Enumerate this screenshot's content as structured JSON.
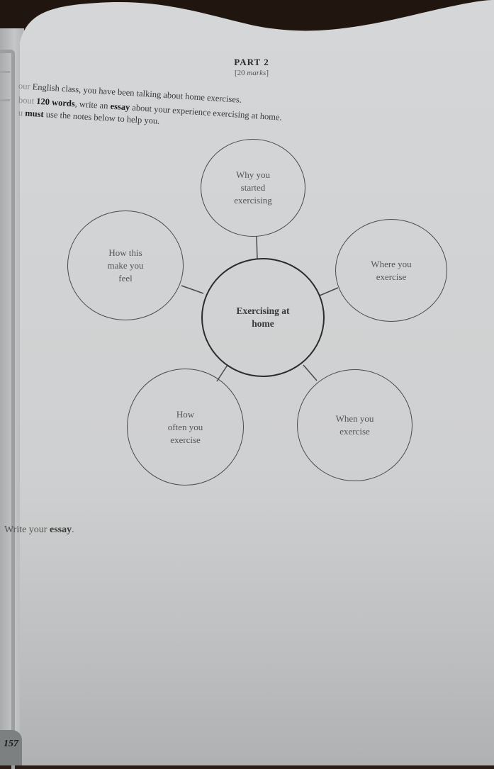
{
  "header": {
    "part_title": "PART 2",
    "marks_open": "[20 ",
    "marks_word": "marks",
    "marks_close": "]"
  },
  "instructions": {
    "line1_prefix": "our",
    "line1_text": " English class, you have been talking about home exercises.",
    "line2_prefix": "bout",
    "line2_bold": " 120 words",
    "line2_mid": ", write an ",
    "line2_bold2": "essay",
    "line2_end": " about your experience exercising at home.",
    "line3_prefix": "u",
    "line3_bold": " must",
    "line3_end": " use the notes below to help you."
  },
  "mindmap": {
    "center": "Exercising at\nhome",
    "nodes": [
      {
        "id": "top",
        "label": "Why you\nstarted\nexercising"
      },
      {
        "id": "right",
        "label": "Where you\nexercise"
      },
      {
        "id": "bottom-right",
        "label": "When you\nexercise"
      },
      {
        "id": "bottom-left",
        "label": "How\noften you\nexercise"
      },
      {
        "id": "left",
        "label": "How this\nmake you\nfeel"
      }
    ]
  },
  "prompt": {
    "prefix": "Write your ",
    "bold": "essay",
    "suffix": "."
  },
  "footer": {
    "page_number": "157"
  },
  "colors": {
    "paper": "#d1d3d4",
    "ink": "#3a3a3a",
    "desk": "#21160f",
    "page_tab": "#7d8081"
  }
}
